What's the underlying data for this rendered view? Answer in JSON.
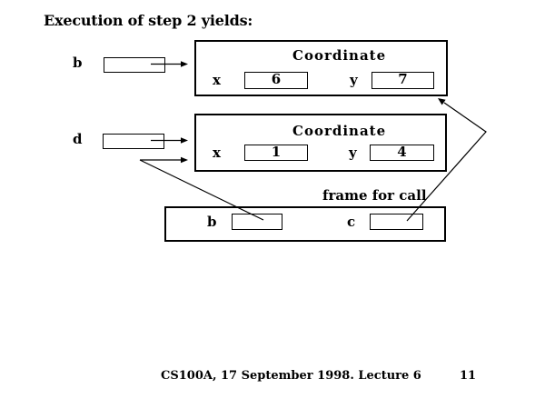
{
  "title": "Execution of step 2 yields:",
  "variables": {
    "b": {
      "label": "b"
    },
    "d": {
      "label": "d"
    }
  },
  "objects": {
    "coord1": {
      "class_name": "Coordinate",
      "fields": [
        {
          "name": "x",
          "value": "6"
        },
        {
          "name": "y",
          "value": "7"
        }
      ]
    },
    "coord2": {
      "class_name": "Coordinate",
      "fields": [
        {
          "name": "x",
          "value": "1"
        },
        {
          "name": "y",
          "value": "4"
        }
      ]
    }
  },
  "frame": {
    "label": "frame for call",
    "vars": [
      {
        "name": "b"
      },
      {
        "name": "c"
      }
    ]
  },
  "footer": {
    "course": "CS100A, 17 September 1998. Lecture 6",
    "page": "11"
  },
  "colors": {
    "foreground": "#000000",
    "background": "#ffffff"
  }
}
